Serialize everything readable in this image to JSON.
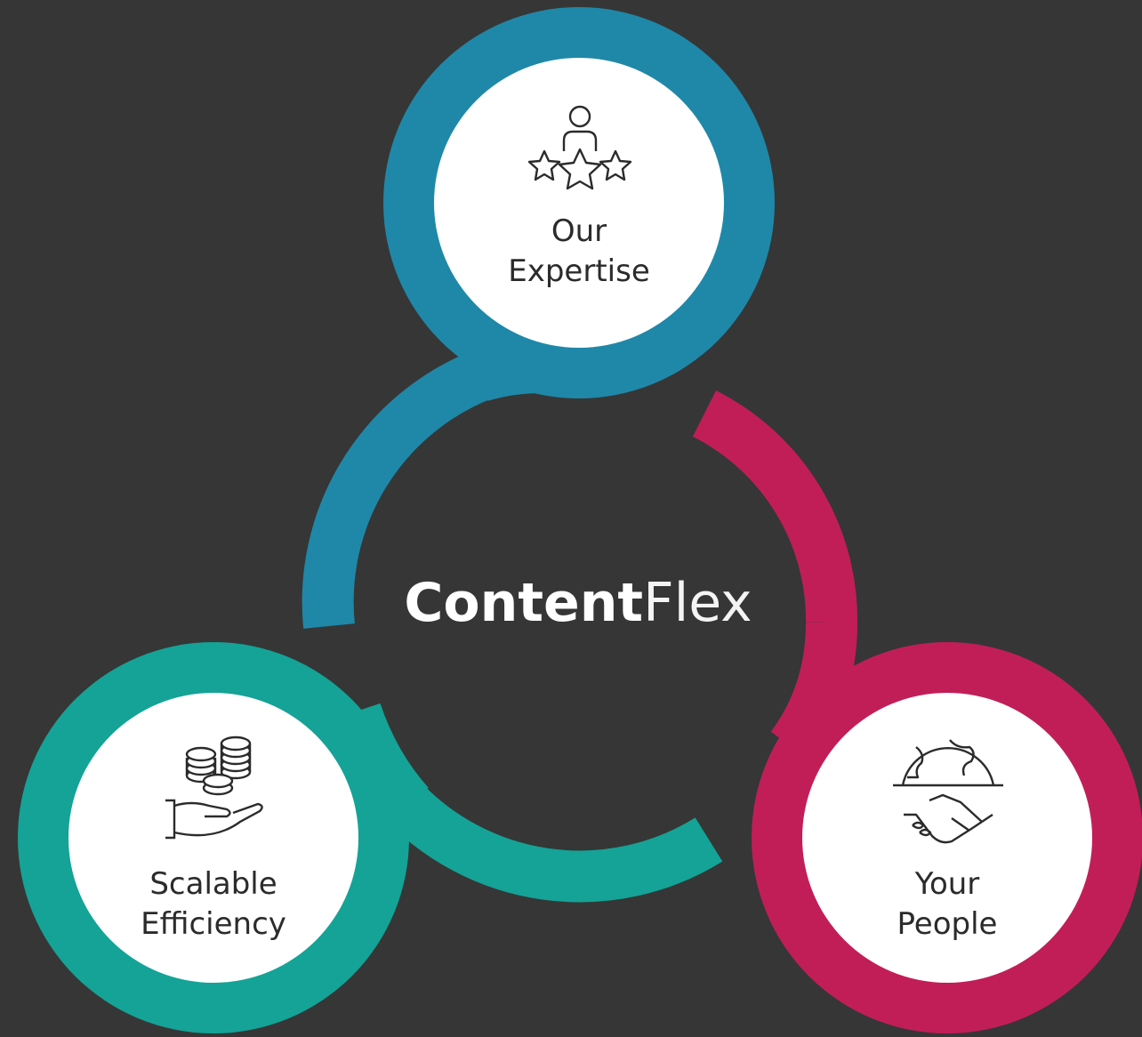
{
  "center": {
    "bold": "Content",
    "light": "Flex"
  },
  "nodes": [
    {
      "line1": "Our",
      "line2": "Expertise",
      "color": "#1f88a8",
      "icon": "person-stars-icon"
    },
    {
      "line1": "Scalable",
      "line2": "Efficiency",
      "color": "#14a396",
      "icon": "coins-hand-icon"
    },
    {
      "line1": "Your",
      "line2": "People",
      "color": "#c11e58",
      "icon": "globe-handshake-icon"
    }
  ],
  "colors": {
    "background": "#363636",
    "node_fill": "#ffffff",
    "text_dark": "#2b2b2b",
    "text_light": "#ffffff"
  }
}
